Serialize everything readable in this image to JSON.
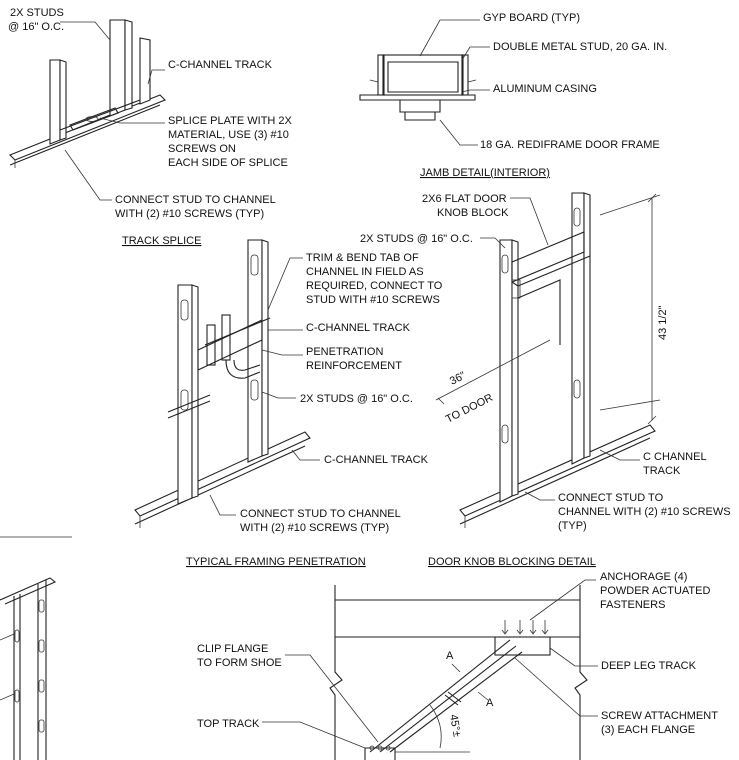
{
  "diagram": {
    "labels": {
      "studs_top": [
        "2X STUDS",
        "@ 16\" O.C."
      ],
      "c_channel_top": "C-CHANNEL TRACK",
      "splice_plate": [
        "SPLICE PLATE WITH 2X",
        "MATERIAL, USE (3) #10",
        "SCREWS ON",
        "EACH SIDE OF SPLICE"
      ],
      "connect_top": [
        "CONNECT STUD TO CHANNEL",
        "WITH (2) #10 SCREWS (TYP)"
      ],
      "gyp_board": "GYP BOARD (TYP)",
      "double_stud": "DOUBLE METAL STUD, 20 GA. IN.",
      "aluminum_casing": "ALUMINUM CASING",
      "rediframe": "18 GA. REDIFRAME DOOR FRAME",
      "jamb_title": "JAMB DETAIL(INTERIOR)",
      "flat_block": [
        "2X6 FLAT DOOR",
        "KNOB BLOCK"
      ],
      "studs_jamb": "2X STUDS @ 16\" O.C.",
      "dim_43": "43 1/2\"",
      "dim_36": "36\"",
      "to_door": "TO DOOR",
      "c_channel_jamb": [
        "C CHANNEL",
        "TRACK"
      ],
      "connect_jamb": [
        "CONNECT STUD TO",
        "CHANNEL WITH (2) #10 SCREWS",
        "(TYP)"
      ],
      "track_splice_title": "TRACK SPLICE",
      "trim_bend": [
        "TRIM & BEND TAB OF",
        "CHANNEL IN FIELD AS",
        "REQUIRED, CONNECT TO",
        "STUD WITH #10 SCREWS"
      ],
      "c_channel_mid": "C-CHANNEL TRACK",
      "penetration": [
        "PENETRATION",
        "REINFORCEMENT"
      ],
      "studs_mid": "2X STUDS @ 16\" O.C.",
      "c_channel_bottom": "C-CHANNEL TRACK",
      "connect_mid": [
        "CONNECT STUD TO CHANNEL",
        "WITH (2) #10 SCREWS (TYP)"
      ],
      "penetration_title": "TYPICAL FRAMING PENETRATION",
      "doorknob_title": "DOOR KNOB BLOCKING DETAIL",
      "anchorage": [
        "ANCHORAGE (4)",
        "POWDER ACTUATED",
        "FASTENERS"
      ],
      "clip_flange": [
        "CLIP FLANGE",
        "TO FORM SHOE"
      ],
      "deep_leg": "DEEP LEG TRACK",
      "top_track": "TOP TRACK",
      "screw_attach": [
        "SCREW ATTACHMENT",
        "(3) EACH FLANGE"
      ],
      "section_a": "A",
      "angle_45": "45°±"
    }
  }
}
